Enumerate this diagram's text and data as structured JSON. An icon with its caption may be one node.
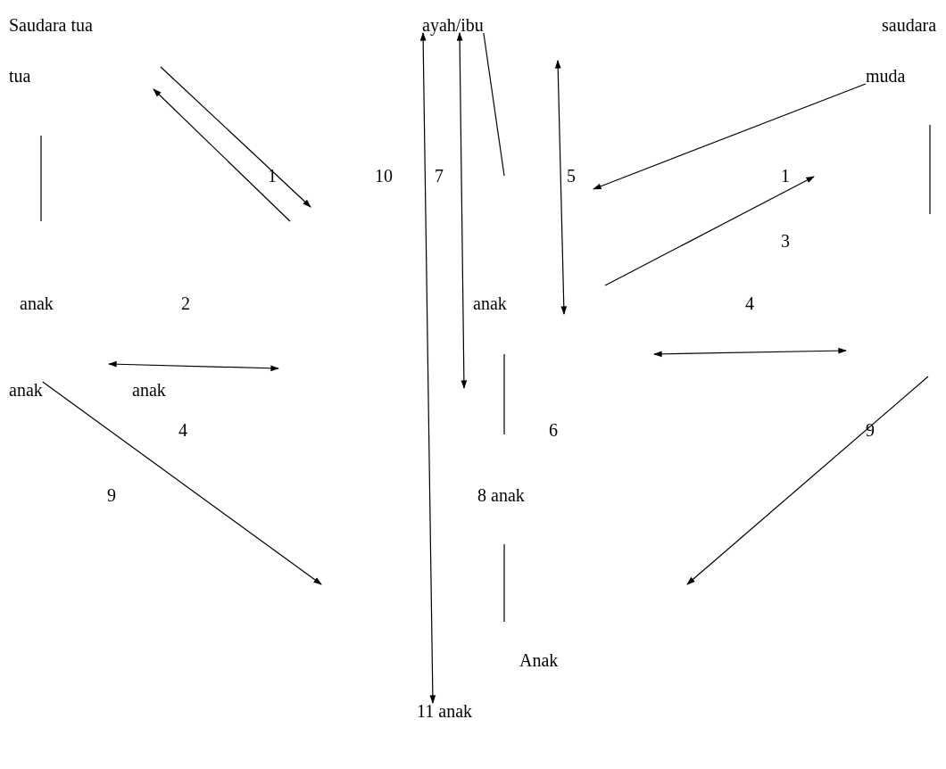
{
  "diagram": {
    "nodes": [
      {
        "text": [
          "Saudara tua"
        ]
      },
      {
        "text": [
          "ayah/ibu"
        ]
      },
      {
        "text": [
          "saudara"
        ]
      },
      {
        "text": [
          "tua"
        ]
      },
      {
        "text": [
          "muda"
        ]
      },
      {
        "text": [
          "anak"
        ]
      },
      {
        "text": [
          "anak"
        ]
      },
      {
        "text": [
          "anak"
        ]
      },
      {
        "text": [
          "anak"
        ]
      },
      {
        "text": [
          "8 anak"
        ]
      },
      {
        "text": [
          "Anak"
        ]
      },
      {
        "text": [
          "11 anak"
        ]
      }
    ],
    "edges": [
      {
        "from": 1,
        "to": 11,
        "arrow": "both"
      },
      {
        "from": 1,
        "to": null,
        "arrow": "both"
      },
      {
        "from": 4,
        "to": null,
        "arrow": "to"
      },
      {
        "from": 7,
        "to": null,
        "arrow": "to"
      },
      {
        "from": 1,
        "to": null,
        "arrow": "none"
      }
    ],
    "labels": [
      "1",
      "10",
      "7",
      "5",
      "1",
      "3",
      "2",
      "4",
      "4",
      "6",
      "9",
      "9"
    ]
  }
}
